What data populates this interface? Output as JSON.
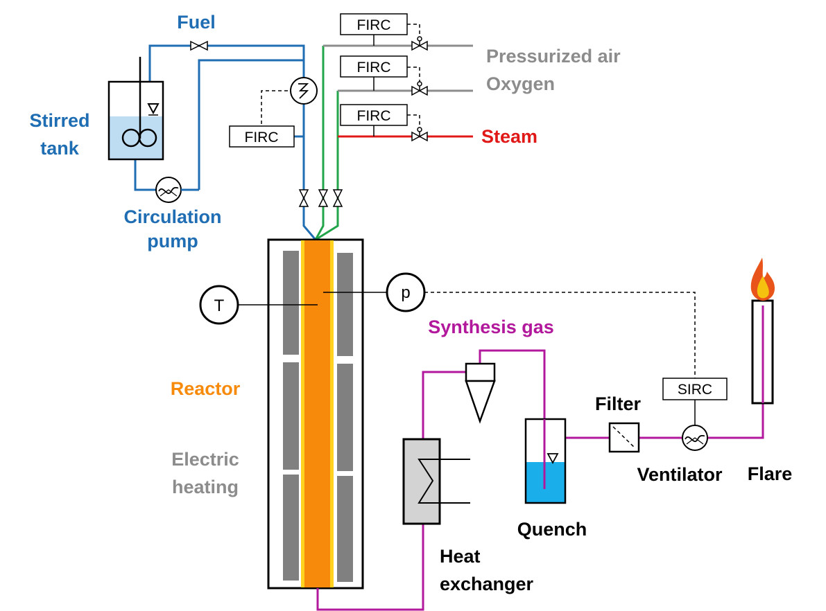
{
  "colors": {
    "fuel_blue": "#1F6DB3",
    "label_blue": "#1F6DB3",
    "green": "#22A44A",
    "steam_red": "#E01818",
    "gray_line": "#8C8C8C",
    "label_gray": "#8C8C8C",
    "reactor_orange": "#F78A0A",
    "reactor_yellow": "#FFD21F",
    "heating_gray": "#808080",
    "syngas_magenta": "#B2189B",
    "water_blue": "#1AAEEA",
    "tank_fill": "#BFDDF2"
  },
  "labels": {
    "fuel": "Fuel",
    "stirred_tank": [
      "Stirred",
      "tank"
    ],
    "circulation_pump": [
      "Circulation",
      "pump"
    ],
    "pressurized_air": "Pressurized air",
    "oxygen": "Oxygen",
    "steam": "Steam",
    "reactor": "Reactor",
    "electric_heating": [
      "Electric",
      "heating"
    ],
    "synthesis_gas": "Synthesis gas",
    "filter": "Filter",
    "ventilator": "Ventilator",
    "flare": "Flare",
    "quench": "Quench",
    "heat_exchanger": [
      "Heat",
      "exchanger"
    ]
  },
  "controllers": {
    "firc_air": "FIRC",
    "firc_oxygen": "FIRC",
    "firc_steam": "FIRC",
    "firc_fuel": "FIRC",
    "sirc": "SIRC"
  },
  "instruments": {
    "temperature": "T",
    "pressure": "p"
  }
}
